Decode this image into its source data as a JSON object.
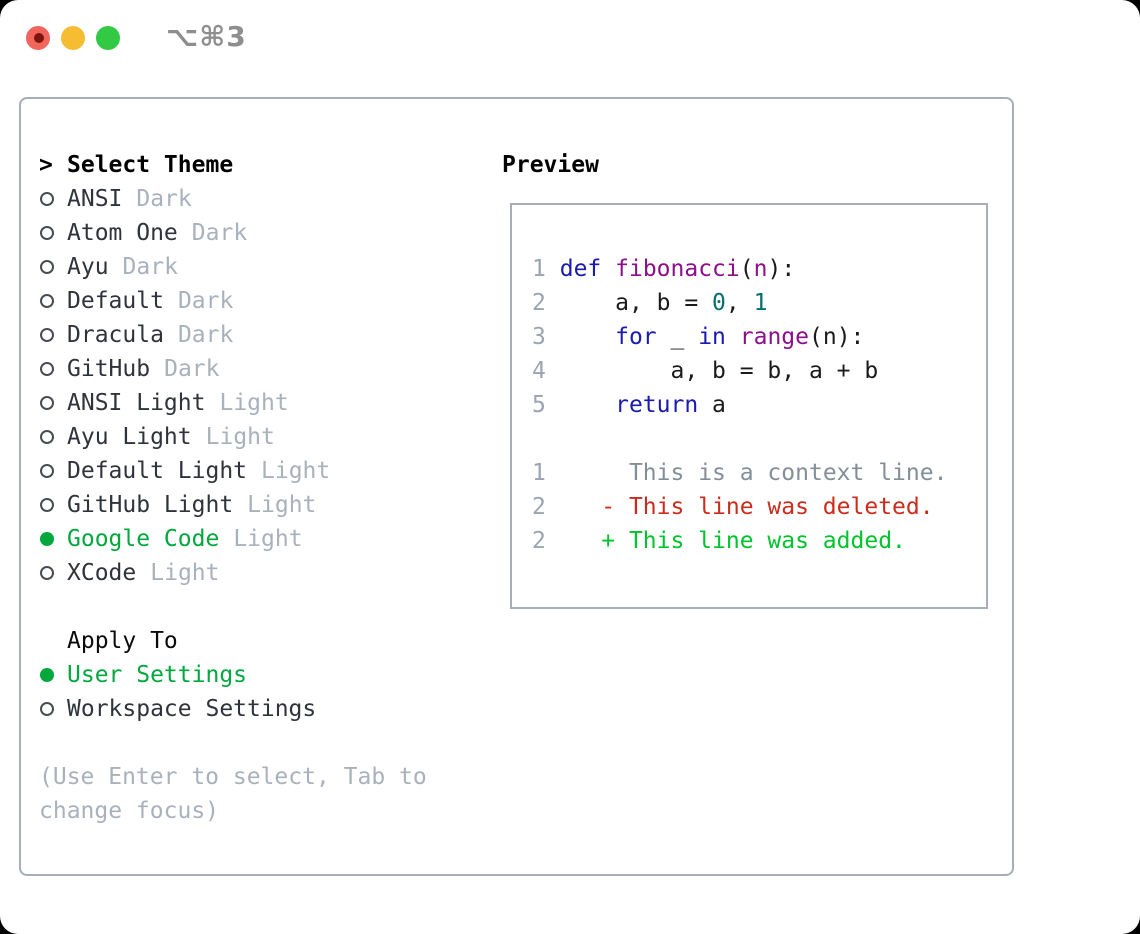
{
  "window": {
    "title": "⌥⌘3",
    "traffic_lights": [
      {
        "name": "close",
        "color": "#f2655c",
        "inner_dot_color": "#7d150e"
      },
      {
        "name": "minimize",
        "color": "#f6bd33"
      },
      {
        "name": "zoom",
        "color": "#32c944"
      }
    ]
  },
  "theme_panel": {
    "prompt": ">",
    "title": "Select Theme",
    "items": [
      {
        "name": "ANSI",
        "variant": "Dark",
        "selected": false
      },
      {
        "name": "Atom One",
        "variant": "Dark",
        "selected": false
      },
      {
        "name": "Ayu",
        "variant": "Dark",
        "selected": false
      },
      {
        "name": "Default",
        "variant": "Dark",
        "selected": false
      },
      {
        "name": "Dracula",
        "variant": "Dark",
        "selected": false
      },
      {
        "name": "GitHub",
        "variant": "Dark",
        "selected": false
      },
      {
        "name": "ANSI Light",
        "variant": "Light",
        "selected": false
      },
      {
        "name": "Ayu Light",
        "variant": "Light",
        "selected": false
      },
      {
        "name": "Default Light",
        "variant": "Light",
        "selected": false
      },
      {
        "name": "GitHub Light",
        "variant": "Light",
        "selected": false
      },
      {
        "name": "Google Code",
        "variant": "Light",
        "selected": true
      },
      {
        "name": "XCode",
        "variant": "Light",
        "selected": false
      }
    ],
    "apply_to": {
      "title": "Apply To",
      "options": [
        {
          "label": "User Settings",
          "selected": true
        },
        {
          "label": "Workspace Settings",
          "selected": false
        }
      ]
    },
    "help_lines": [
      "(Use Enter to select, Tab to",
      "change focus)"
    ]
  },
  "preview": {
    "title": "Preview",
    "lines": [
      {
        "segments": [
          {
            "t": "1",
            "c": "num"
          },
          {
            "t": " ",
            "c": "pln"
          },
          {
            "t": "def",
            "c": "kw"
          },
          {
            "t": " ",
            "c": "pln"
          },
          {
            "t": "fibonacci",
            "c": "fn"
          },
          {
            "t": "(",
            "c": "pln"
          },
          {
            "t": "n",
            "c": "fn"
          },
          {
            "t": "):",
            "c": "pln"
          }
        ]
      },
      {
        "segments": [
          {
            "t": "2",
            "c": "num"
          },
          {
            "t": "     a, b = ",
            "c": "pln"
          },
          {
            "t": "0",
            "c": "lit"
          },
          {
            "t": ", ",
            "c": "pln"
          },
          {
            "t": "1",
            "c": "lit"
          }
        ]
      },
      {
        "segments": [
          {
            "t": "3",
            "c": "num"
          },
          {
            "t": "     ",
            "c": "pln"
          },
          {
            "t": "for",
            "c": "kw"
          },
          {
            "t": " _ ",
            "c": "pln"
          },
          {
            "t": "in",
            "c": "kw"
          },
          {
            "t": " ",
            "c": "pln"
          },
          {
            "t": "range",
            "c": "fn"
          },
          {
            "t": "(n):",
            "c": "pln"
          }
        ]
      },
      {
        "segments": [
          {
            "t": "4",
            "c": "num"
          },
          {
            "t": "         a, b = b, a + b",
            "c": "pln"
          }
        ]
      },
      {
        "segments": [
          {
            "t": "5",
            "c": "num"
          },
          {
            "t": "     ",
            "c": "pln"
          },
          {
            "t": "return",
            "c": "kw"
          },
          {
            "t": " a",
            "c": "pln"
          }
        ]
      },
      {
        "blank": true
      },
      {
        "segments": [
          {
            "t": "1",
            "c": "num"
          },
          {
            "t": "      ",
            "c": "pln"
          },
          {
            "t": "This is a context line.",
            "c": "ctx"
          }
        ]
      },
      {
        "segments": [
          {
            "t": "2",
            "c": "num"
          },
          {
            "t": "    ",
            "c": "pln"
          },
          {
            "t": "- This line was deleted.",
            "c": "del"
          }
        ]
      },
      {
        "segments": [
          {
            "t": "2",
            "c": "num"
          },
          {
            "t": "    ",
            "c": "pln"
          },
          {
            "t": "+ This line was added.",
            "c": "add"
          }
        ]
      }
    ]
  },
  "colors": {
    "accent_green": "#00a83d",
    "border_gray": "#a8aeb8",
    "muted_gray": "#a9b1bc",
    "name_text": "#2f333b",
    "keyword_blue": "#1a1aae",
    "function_purple": "#8c0f8c",
    "literal_teal": "#056e6e",
    "line_number_gray": "#9aa5b1",
    "context_gray": "#848e99",
    "diff_red": "#cb2d1c",
    "diff_green": "#00c42e"
  }
}
